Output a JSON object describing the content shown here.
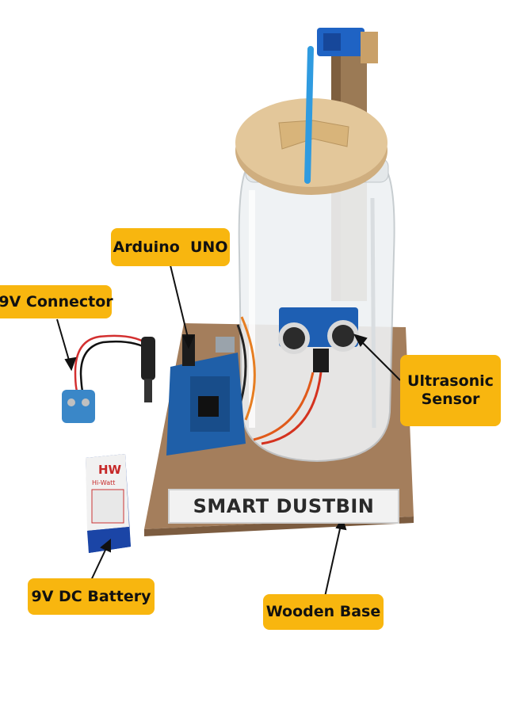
{
  "labels": {
    "arduino": "Arduino  UNO",
    "connector": "9V Connector",
    "ultrasonic": "Ultrasonic\nSensor",
    "battery": "9V DC Battery",
    "base": "Wooden Base"
  },
  "sign_text": "SMART DUSTBIN",
  "battery_brand": "HW",
  "battery_subbrand": "Hi-Watt",
  "colors": {
    "label_bg": "#f8b60f",
    "base_wood": "#a47e5c",
    "lid_wood": "#e3c79a",
    "arduino_blue": "#1f5fa8",
    "sensor_blue": "#1e5fb3",
    "straw_blue": "#2f9be0"
  }
}
